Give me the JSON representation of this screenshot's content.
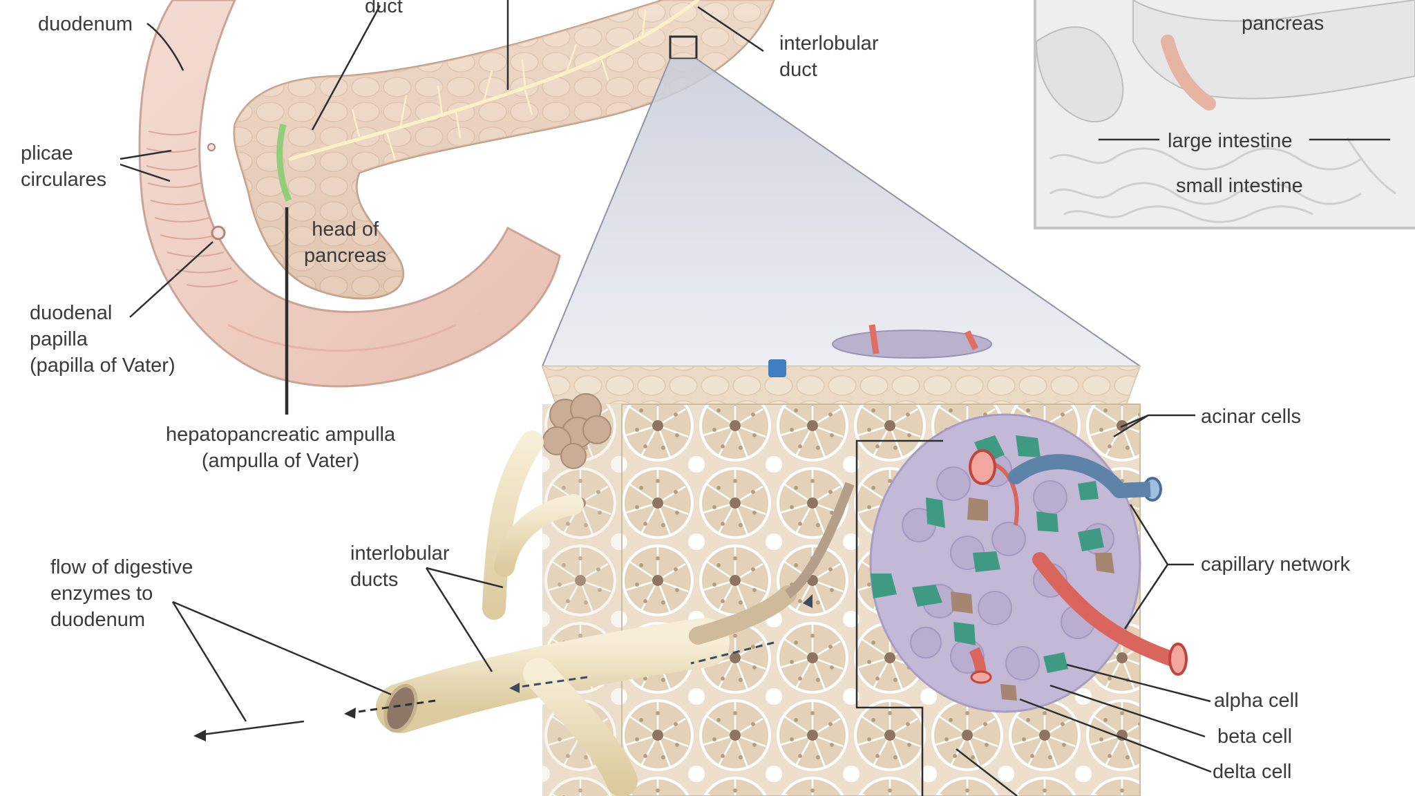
{
  "labels": {
    "duodenum": "duodenum",
    "duct_top": "duct",
    "interlobular_duct": [
      "interlobular",
      "duct"
    ],
    "plicae_circulares": [
      "plicae",
      "circulares"
    ],
    "head_of_pancreas": [
      "head of",
      "pancreas"
    ],
    "duodenal_papilla": [
      "duodenal",
      "papilla",
      "(papilla of Vater)"
    ],
    "hepatopancreatic_ampulla": [
      "hepatopancreatic ampulla",
      "(ampulla of Vater)"
    ],
    "flow_of_enzymes": [
      "flow of digestive",
      "enzymes to",
      "duodenum"
    ],
    "interlobular_ducts": [
      "interlobular",
      "ducts"
    ],
    "acinar_cells": "acinar cells",
    "capillary_network": "capillary network",
    "alpha_cell": "alpha cell",
    "beta_cell": "beta cell",
    "delta_cell": "delta cell"
  },
  "inset": {
    "pancreas": "pancreas",
    "large_intestine": "large intestine",
    "small_intestine": "small intestine"
  },
  "colors": {
    "pancreas_tissue": "#e9cdbb",
    "duodenum": "#f1d2c8",
    "acinar": "#e6d4bd",
    "islet": "#c3b8d6",
    "alpha_cell": "#3e9a82",
    "beta_cell": "#c6bfdc",
    "delta_cell": "#a58670",
    "artery": "#d9655c",
    "vein": "#5d83a8",
    "duct": "#efe4c6"
  }
}
